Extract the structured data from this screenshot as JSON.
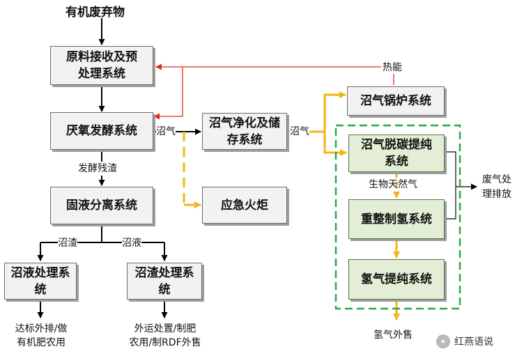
{
  "title": "有机废弃物",
  "boxes": {
    "raw": "原料接收及预处理系统",
    "anaerobic": "厌氧发酵系统",
    "separation": "固液分离系统",
    "liquid": "沼液处理系统",
    "residue": "沼渣处理系统",
    "purify": "沼气净化及储存系统",
    "torch": "应急火炬",
    "boiler": "沼气锅炉系统",
    "decarb": "沼气脱碳提纯系统",
    "reform": "重整制氢系统",
    "h2purify": "氢气提纯系统"
  },
  "labels": {
    "heat": "热能",
    "biogas1": "沼气",
    "biogas2": "沼气",
    "ferment_residue": "发酵残渣",
    "slag": "沼渣",
    "slurry": "沼液",
    "bng": "生物天然气",
    "exhaust_l1": "废气处",
    "exhaust_l2": "理排放",
    "h2_sale": "氢气外售"
  },
  "outputs": {
    "liquid_l1": "达标外排/做",
    "liquid_l2": "有机肥农用",
    "residue_l1": "外运处置/制肥",
    "residue_l2": "农用/制RDF外售"
  },
  "watermark": "红燕语说",
  "colors": {
    "black": "#000000",
    "red": "#e8291c",
    "gold": "#f2b418",
    "green": "#27a84a"
  }
}
